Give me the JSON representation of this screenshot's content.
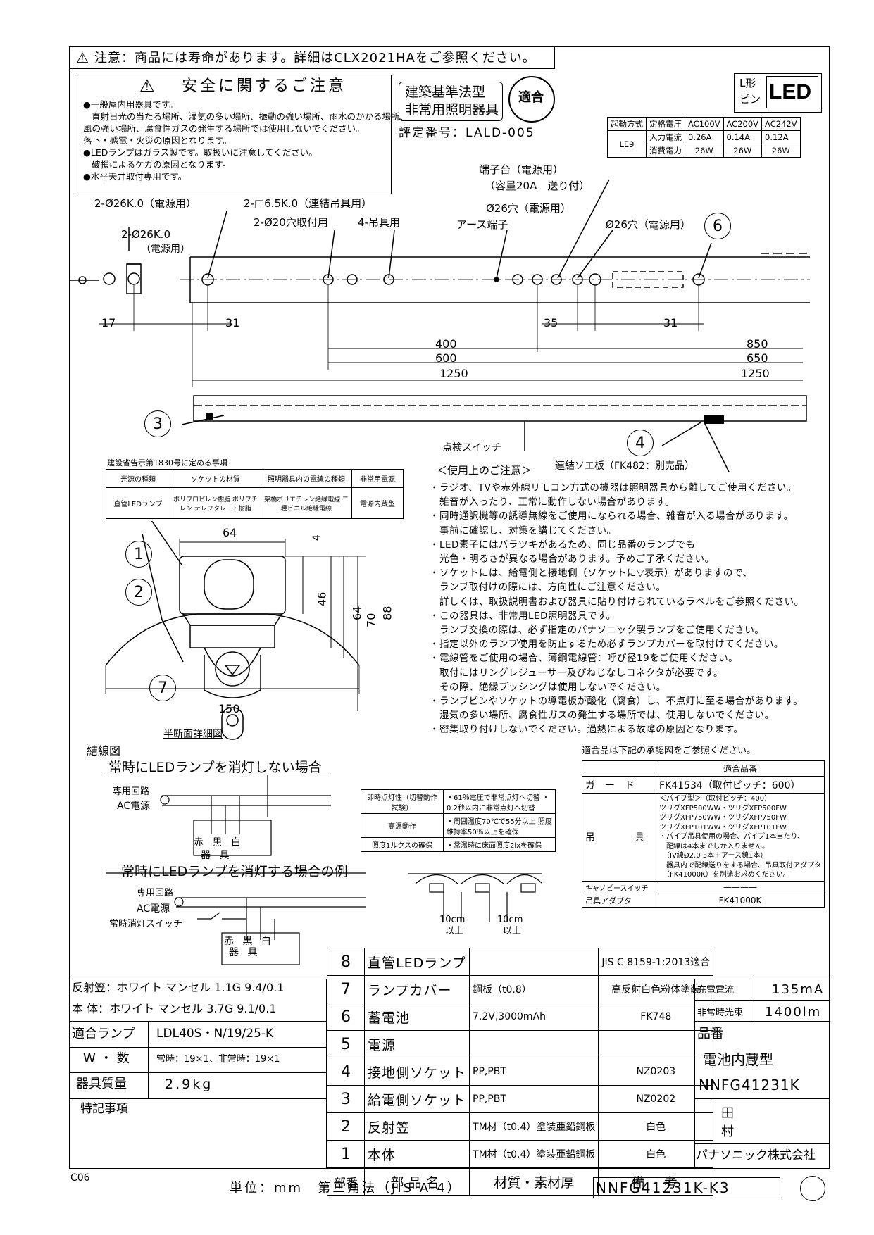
{
  "top_warning": "注意：商品には寿命があります。詳細はCLX2021HAをご参照ください。",
  "safety": {
    "title": "安全に関するご注意",
    "lines": [
      "●一般屋内用器具です。",
      "直射日光の当たる場所、湿気の多い場所、振動の強い場所、雨水のかかる場所、",
      "風の強い場所、腐食性ガスの発生する場所では使用しないでください。",
      "落下・感電・火災の原因となります。",
      "●LEDランプはガラス製です。取扱いに注意してください。",
      "破損によるケガの原因となります。",
      "●水平天井取付専用です。"
    ]
  },
  "standard": {
    "line1": "建築基準法型",
    "line2": "非常用照明器具",
    "eval_no": "評定番号：LALD-005",
    "seal_text": "適合"
  },
  "lpin": {
    "line1": "L形",
    "line2": "ピン",
    "logo": "LED"
  },
  "spec_table": {
    "header": [
      "起動方式",
      "定格電圧",
      "AC100V",
      "AC200V",
      "AC242V"
    ],
    "start": "LE9",
    "current_label": "入力電流",
    "current": [
      "0.26A",
      "0.14A",
      "0.12A"
    ],
    "power_label": "消費電力",
    "power": [
      "26W",
      "26W",
      "26W"
    ]
  },
  "drawing": {
    "labels": {
      "terminal": "端子台（電源用）",
      "terminal_cap": "（容量20A　送り付）",
      "hole_26_power": "2-Ø26K.0（電源用）",
      "hole_65": "2-□6.5K.0（連結吊具用）",
      "hole_20": "2-Ø20穴取付用",
      "hanger": "4-吊具用",
      "hole_26_a": "Ø26穴（電源用）",
      "earth": "アース端子",
      "hole_26_b": "Ø26穴（電源用）",
      "side_hole": "2-Ø26K.0",
      "side_hole_sub": "（電源用）",
      "check_switch": "点検スイッチ",
      "joint": "連結ソエ板（FK482：別売品）"
    },
    "dims": {
      "d17": "17",
      "d31a": "31",
      "d35": "35",
      "d31b": "31",
      "d400": "400",
      "d600": "600",
      "d1250a": "1250",
      "d850": "850",
      "d650": "650",
      "d1250b": "1250",
      "d64w": "64",
      "d4": "4",
      "d46": "46",
      "d64h": "64",
      "d70": "70",
      "d88": "88",
      "d150": "150"
    },
    "section_title": "半断面詳細図",
    "circle_nums": [
      "1",
      "2",
      "3",
      "4",
      "6",
      "7"
    ]
  },
  "notice_table": {
    "title": "建設省告示第1830号に定める事項",
    "headers": [
      "光源の種類",
      "ソケットの材質",
      "照明器具内の電線の種類",
      "非常用電源"
    ],
    "row": [
      "直管LEDランプ",
      "ポリプロピレン樹脂 ポリブチレン テレフタレート樹脂",
      "架橋ポリエチレン絶縁電線 二種ビニル絶縁電線",
      "電源内蔵型"
    ]
  },
  "usage": {
    "title": "＜使用上のご注意＞",
    "lines": [
      "・ラジオ、TVや赤外線リモコン方式の機器は照明器具から離してご使用ください。",
      "　雑音が入ったり、正常に動作しない場合があります。",
      "・同時通訳機等の誘導無線をご使用になられる場合、雑音が入る場合があります。",
      "　事前に確認し、対策を講じてください。",
      "・LED素子にはバラツキがあるため、同じ品番のランプでも",
      "　光色・明るさが異なる場合があります。予めご了承ください。",
      "・ソケットには、給電側と接地側（ソケットに▽表示）がありますので、",
      "　ランプ取付けの際には、方向性にご注意ください。",
      "　詳しくは、取扱説明書および器具に貼り付けられているラベルをご参照ください。",
      "・この器具は、非常用LED照明器具です。",
      "　ランプ交換の際は、必ず指定のパナソニック製ランプをご使用ください。",
      "・指定以外のランプ使用を防止するため必ずランプカバーを取付けてください。",
      "・電線管をご使用の場合、薄鋼電線管：呼び径19をご使用ください。",
      "　取付にはリングレジューサー及びねじなしコネクタが必要です。",
      "　その際、絶縁ブッシングは使用しないでください。",
      "・ランプピンやソケットの導電板が酸化（腐食）し、不点灯に至る場合があります。",
      "　湿気の多い場所、腐食性ガスの発生する場所では、使用しないでください。",
      "・密集取り付けしないでください。過熱による故障の原因となります。"
    ]
  },
  "wiring": {
    "title": "結線図",
    "case1": "常時にLEDランプを消灯しない場合",
    "case2": "常時にLEDランプを消灯する場合の例",
    "dedicated": "専用回路",
    "ac": "AC電源",
    "off_switch": "常時消灯スイッチ",
    "colors": "赤 黒 白",
    "fixture": "器 具"
  },
  "emergency_table": [
    [
      "即時点灯性（切替動作試験）",
      "・61％電圧で非常点灯へ切替 ・0.2秒以内に非常点灯へ切替"
    ],
    [
      "高温動作",
      "・周囲温度70℃で55分以上 照度維持率50％以上を確保"
    ],
    [
      "照度1ルクスの確保",
      "・常温時に床面照度2lxを確保"
    ]
  ],
  "spacing": {
    "gap1": "10cm",
    "gap1b": "以上",
    "gap2": "10cm",
    "gap2b": "以上"
  },
  "accessories": {
    "intro": "適合品は下記の承認図をご参照ください。",
    "header": "適合品番",
    "guard_label": "ガ　ー　ド",
    "guard_value": "FK41534（取付ピッチ：600）",
    "hanger_label": "吊　　　　具",
    "hanger_lines": [
      "＜パイプ型＞（取付ピッチ：400）",
      "ツリグXFP500WW・ツリグXFP500FW",
      "ツリグXFP750WW・ツリグXFP750FW",
      "ツリグXFP101WW・ツリグXFP101FW",
      "・パイプ吊具使用の場合、パイプ1本当たり、",
      "　配線は4本までしか入りません。",
      "　（IV線Ø2.0 3本＋アース線1本）",
      "　器具内で配線送りをする場合、吊具取付アダプタ",
      "　（FK41000K）を別途お求めください。"
    ],
    "canopy_label": "キャノピースイッチ",
    "canopy_value": "————",
    "adapter_label": "吊具アダプタ",
    "adapter_value": "FK41000K"
  },
  "left_specs": {
    "reflector": "反射笠：ホワイト マンセル 1.1G 9.4/0.1",
    "body": "本 体：ホワイト マンセル 3.7G 9.1/0.1",
    "lamp_label": "適合ランプ",
    "lamp_value": "LDL40S・N/19/25-K",
    "watt_label": "W・数",
    "watt_value": "常時：19×1、非常時：19×1",
    "weight_label": "器具質量",
    "weight_value": "2.9kg",
    "notes_label": "特記事項"
  },
  "parts": [
    {
      "no": "8",
      "name": "直管LEDランプ",
      "material": "",
      "note": "JIS C 8159-1:2013適合"
    },
    {
      "no": "7",
      "name": "ランプカバー",
      "material": "鋼板（t0.8）",
      "note": "高反射白色粉体塗装"
    },
    {
      "no": "6",
      "name": "蓄電池",
      "material": "7.2V,3000mAh",
      "note": "FK748"
    },
    {
      "no": "5",
      "name": "電源",
      "material": "",
      "note": ""
    },
    {
      "no": "4",
      "name": "接地側ソケット",
      "material": "PP,PBT",
      "note": "NZ0203"
    },
    {
      "no": "3",
      "name": "給電側ソケット",
      "material": "PP,PBT",
      "note": "NZ0202"
    },
    {
      "no": "2",
      "name": "反射笠",
      "material": "TM材（t0.4）塗装亜鉛鋼板",
      "note": "白色"
    },
    {
      "no": "1",
      "name": "本体",
      "material": "TM材（t0.4）塗装亜鉛鋼板",
      "note": "白色"
    }
  ],
  "parts_header": {
    "no": "部番",
    "name": "部品名",
    "material": "材質・素材厚",
    "note": "備　考"
  },
  "right_block": {
    "charge_label": "充電電流",
    "charge_value": "135mA",
    "flux_label": "非常時光束",
    "flux_value": "1400lm",
    "hinban_label": "品番",
    "type": "電池内蔵型",
    "model": "NNFG41231K",
    "name1": "田",
    "name2": "村",
    "company": "パナソニック株式会社"
  },
  "footer": {
    "code": "C06",
    "unit": "単位：mm　第三角法（JIS A-4）",
    "drawing_no": "NNFG41231K-K3"
  }
}
